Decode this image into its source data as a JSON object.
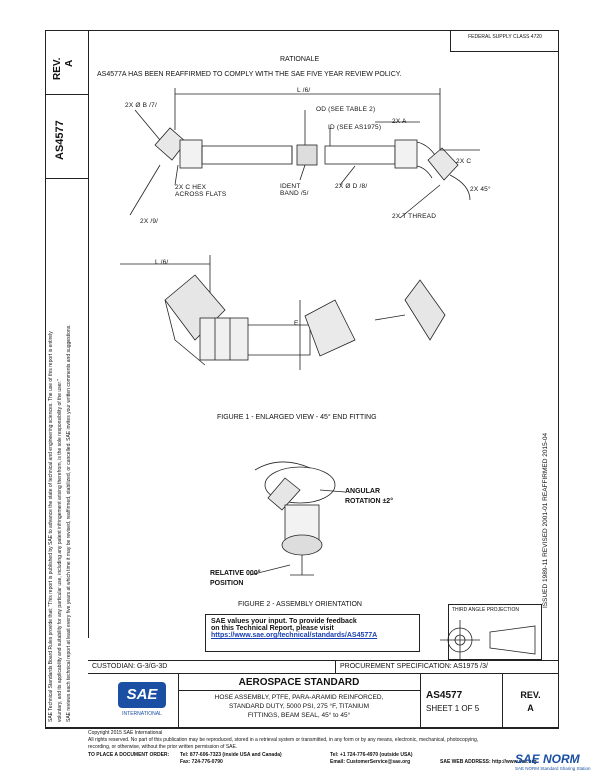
{
  "header": {
    "fed_class": "FEDERAL SUPPLY CLASS 4720",
    "rationale_title": "RATIONALE",
    "rationale_text": "AS4577A HAS BEEN REAFFIRMED TO COMPLY WITH THE SAE FIVE YEAR REVIEW POLICY."
  },
  "left_column": {
    "rev_label": "REV.",
    "rev_value": "A",
    "doc_number": "AS4577",
    "policy_text_1": "SAE Technical Standards Board Rules provide that: \"This report is published by SAE to advance the state of technical and engineering sciences. The use of this report is entirely",
    "policy_text_2": "voluntary, and its applicability and suitability for any particular use, including any patent infringement arising therefrom, is the sole responsibility of the user.\"",
    "policy_text_3": "SAE reviews each technical report at least every five years at which time it may be revised, reaffirmed, stabilized, or cancelled. SAE invites your written comments and suggestions."
  },
  "right_margin": {
    "history": "ISSUED 1989-11   REVISED 2001-01   REAFFIRMED 2015-04"
  },
  "figure1": {
    "dim_L": "L /6/",
    "dim_2X_D": "2X Ø B /7/",
    "od_label": "OD (SEE TABLE 2)",
    "id_label": "ID (SEE AS1975)",
    "dim_2X_A": "2X A",
    "dim_2X_C": "2X C",
    "angle_45": "2X 45°",
    "hex_label": "2X C HEX ACROSS FLATS",
    "ident_band": "IDENT BAND /5/",
    "dim_2X_D2": "2X Ø D /8/",
    "thread_label": "2X T THREAD",
    "dim_2X_F": "2X /9/",
    "enlarged_L": "L /6/",
    "enlarged_E": "E",
    "caption": "FIGURE 1 - ENLARGED VIEW - 45° END FITTING"
  },
  "figure2": {
    "angular_label_1": "ANGULAR",
    "angular_label_2": "ROTATION ±2°",
    "relative_label_1": "RELATIVE 000°",
    "relative_label_2": "POSITION",
    "caption": "FIGURE 2 - ASSEMBLY ORIENTATION"
  },
  "projection": {
    "title": "THIRD ANGLE PROJECTION"
  },
  "feedback": {
    "line1": "SAE values your input. To provide feedback",
    "line2": "on this Technical Report, please visit",
    "link": "https://www.sae.org/technical/standards/AS4577A"
  },
  "title_block": {
    "custodian": "CUSTODIAN: G-3/G-3D",
    "procurement": "PROCUREMENT SPECIFICATION: AS1975 /3/",
    "standard_type": "AEROSPACE STANDARD",
    "desc_1": "HOSE ASSEMBLY, PTFE, PARA-ARAMID REINFORCED,",
    "desc_2": "STANDARD DUTY, 5000 PSI, 275 °F, TITANIUM",
    "desc_3": "FITTINGS, BEAM SEAL, 45° to 45°",
    "doc_number": "AS4577",
    "sheet": "SHEET 1 OF 5",
    "rev_label": "REV.",
    "rev_value": "A",
    "logo_text": "SAE",
    "logo_sub": "INTERNATIONAL"
  },
  "footer": {
    "copyright": "Copyright 2015 SAE International",
    "rights": "All rights reserved. No part of this publication may be reproduced, stored in a retrieval system or transmitted, in any form or by any means, electronic, mechanical, photocopying,",
    "rights2": "recording, or otherwise, without the prior written permission of SAE.",
    "order_label": "TO PLACE A DOCUMENT ORDER:",
    "tel": "Tel: 877-606-7323 (inside USA and Canada)",
    "tel2": "Tel: +1 724-776-4970 (outside USA)",
    "fax": "Fax: 724-776-0790",
    "email": "Email: CustomerService@sae.org",
    "web": "SAE WEB ADDRESS: http://www.sae.org"
  },
  "watermark": {
    "text": "SAE NORM",
    "sub": "SAE NORM Standard Sharing Station"
  }
}
